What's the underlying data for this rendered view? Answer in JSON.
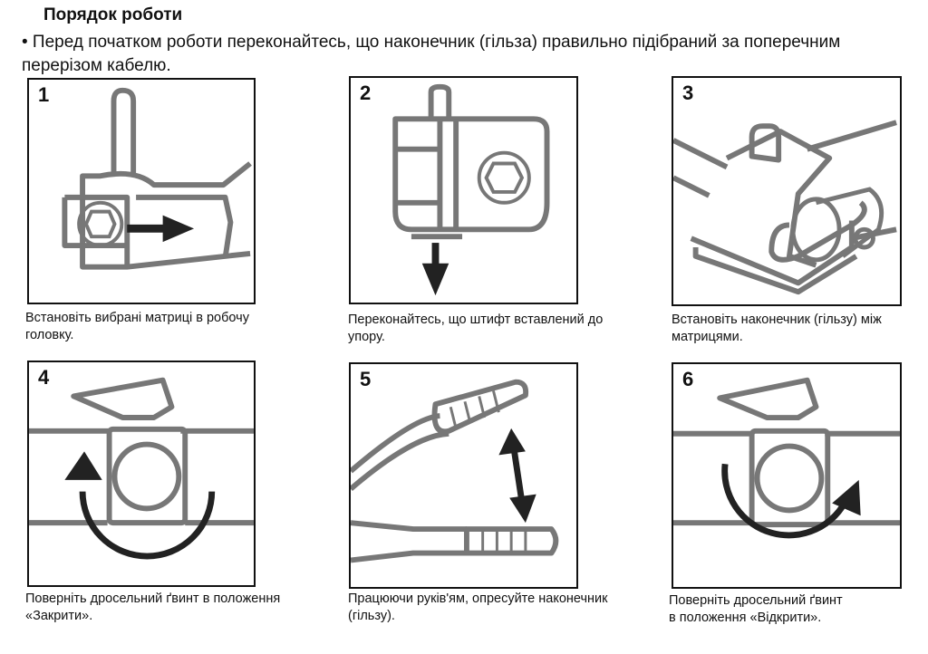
{
  "title": "Порядок роботи",
  "intro": "• Перед початком роботи переконайтесь, що наконечник (гільза) правильно підібраний за поперечним перерізом кабелю.",
  "steps": [
    {
      "number": "1",
      "caption_line1": "Встановіть вибрані матриці в робочу",
      "caption_line2": "головку."
    },
    {
      "number": "2",
      "caption_line1": "Переконайтесь, що штифт вставлений до",
      "caption_line2": "упору."
    },
    {
      "number": "3",
      "caption_line1": "Встановіть наконечник (гільзу) між",
      "caption_line2": "матрицями."
    },
    {
      "number": "4",
      "caption_line1": "Поверніть дросельний ґвинт в положення",
      "caption_line2": "«Закрити»."
    },
    {
      "number": "5",
      "caption_line1": "Працюючи руків'ям, опресуйте наконечник",
      "caption_line2": "(гільзу)."
    },
    {
      "number": "6",
      "caption_line1": "Поверніть дросельний ґвинт",
      "caption_line2": "в положення «Відкрити»."
    }
  ]
}
